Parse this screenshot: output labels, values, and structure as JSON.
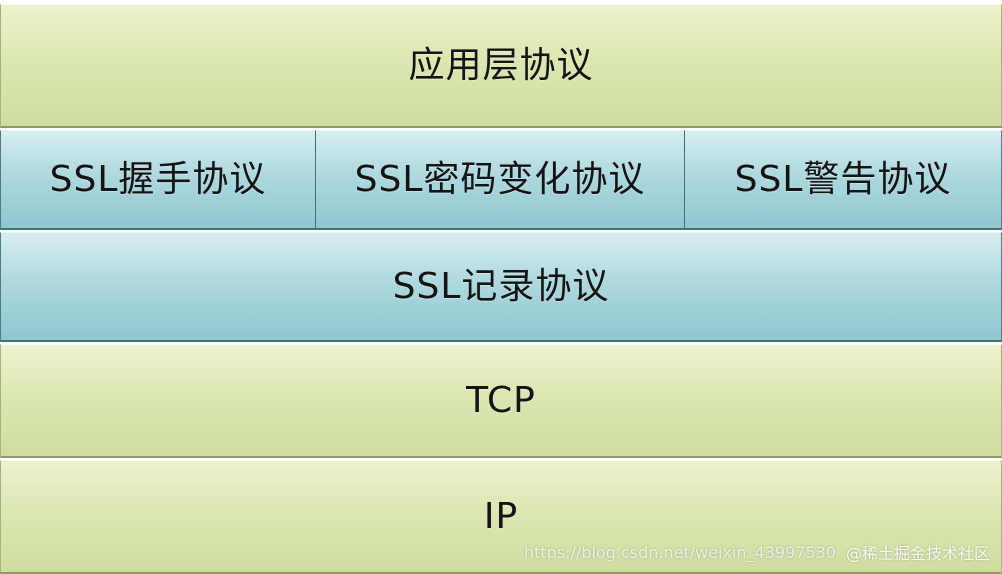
{
  "diagram": {
    "layers": {
      "application": "应用层协议",
      "handshake": "SSL握手协议",
      "cipher_change": "SSL密码变化协议",
      "alert": "SSL警告协议",
      "record": "SSL记录协议",
      "tcp": "TCP",
      "ip": "IP"
    }
  },
  "watermark": {
    "url": "https://blog.csdn.net/weixin_43997530",
    "brand": "@稀土掘金技术社区"
  },
  "colors": {
    "green_layer": "#dde8b4",
    "blue_layer": "#aed9df",
    "text": "#141414"
  }
}
